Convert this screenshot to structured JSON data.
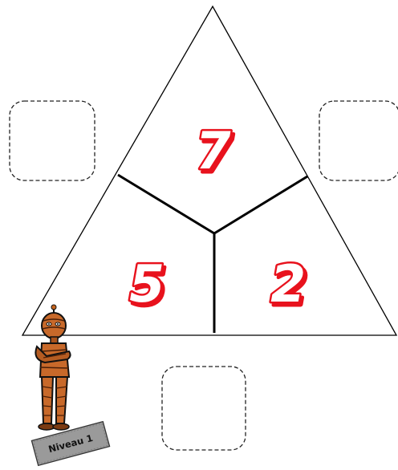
{
  "triangle": {
    "top_number": "7",
    "left_number": "5",
    "right_number": "2"
  },
  "answer_boxes": [
    {
      "id": "left"
    },
    {
      "id": "right"
    },
    {
      "id": "bottom"
    }
  ],
  "level_label": "Niveau 1",
  "colors": {
    "number_red": "#e8121d",
    "line": "#000000",
    "card": "#9a9a9a"
  }
}
